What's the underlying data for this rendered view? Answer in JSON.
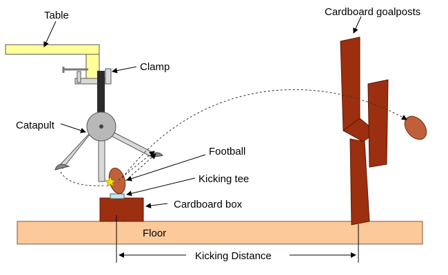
{
  "labels": {
    "table": "Table",
    "clamp": "Clamp",
    "catapult": "Catapult",
    "football": "Football",
    "kicking_tee": "Kicking tee",
    "cardboard_box": "Cardboard box",
    "floor": "Floor",
    "goalposts": "Cardboard goalposts",
    "kicking_distance": "Kicking Distance"
  },
  "colors": {
    "table": "#FFFF99",
    "floor": "#FBC99A",
    "cardboard": "#9C2F0F",
    "football": "#C0603A",
    "catapult_hub": "#B8B8B8",
    "catapult_arm": "#D9D9D9",
    "catapult_post": "#2B2B2B",
    "tee": "#BFE8F0",
    "spark": "#FFE000"
  }
}
